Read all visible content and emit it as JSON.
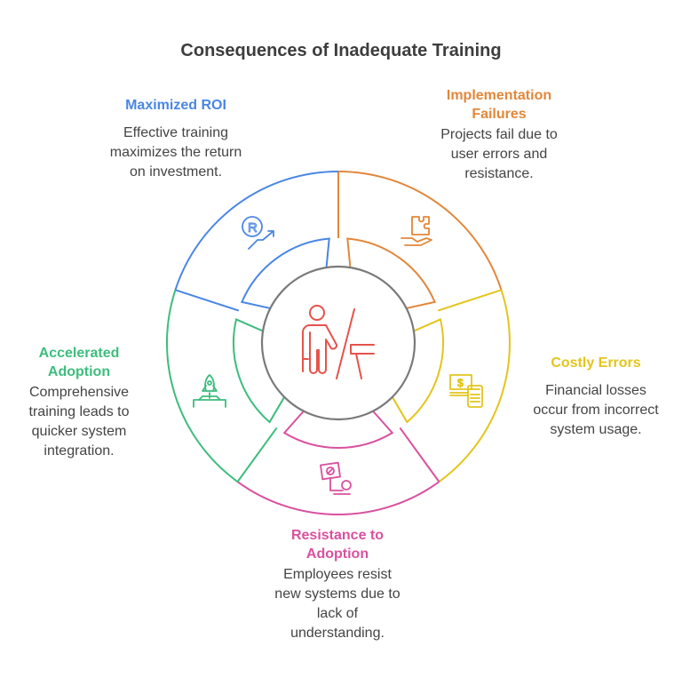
{
  "title": "Consequences of Inadequate Training",
  "center_icon": "teacher-at-board-icon",
  "segments": [
    {
      "label": "Implementation Failures",
      "desc": "Projects fail due to user errors and resistance.",
      "color": "#e2873a",
      "icon": "hand-puzzle-icon"
    },
    {
      "label": "Costly Errors",
      "desc": "Financial losses occur from incorrect system usage.",
      "color": "#e3c51c",
      "icon": "money-calculator-icon"
    },
    {
      "label": "Resistance to Adoption",
      "desc": "Employees resist new systems due to lack of understanding.",
      "color": "#d9509e",
      "icon": "protest-sign-icon"
    },
    {
      "label": "Accelerated Adoption",
      "desc": "Comprehensive training leads to quicker system integration.",
      "color": "#3dbd7d",
      "icon": "rocket-launch-icon"
    },
    {
      "label": "Maximized ROI",
      "desc": "Effective training maximizes the return on investment.",
      "color": "#4a86e4",
      "icon": "roi-growth-icon"
    }
  ],
  "center_color": "#e5534b",
  "ring_color": "#7a7a7a"
}
